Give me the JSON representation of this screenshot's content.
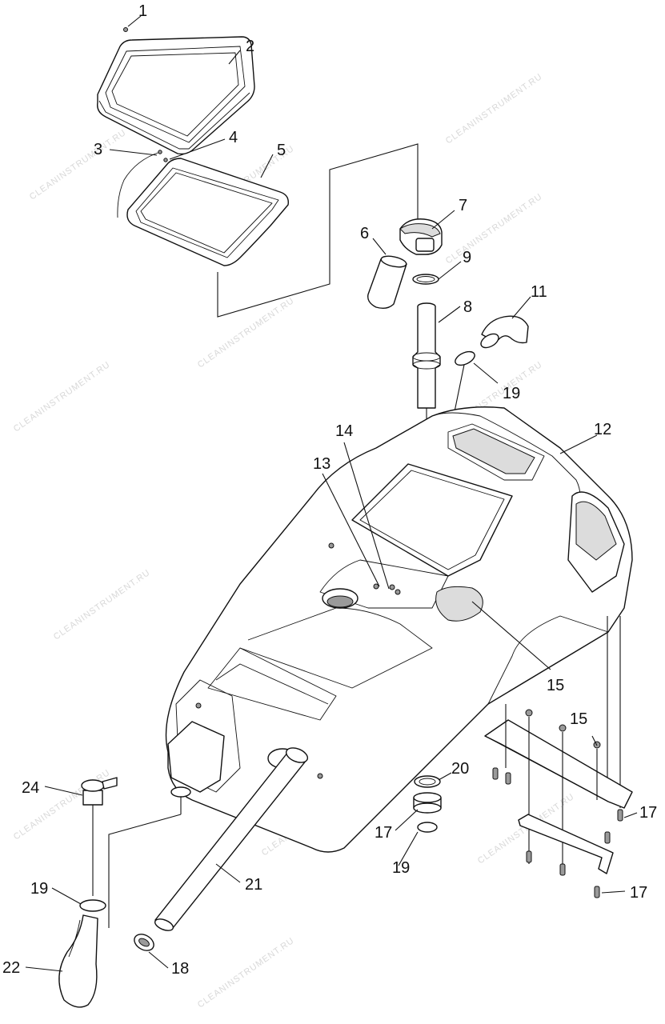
{
  "watermark": "CLEANINSTRUMENT.RU",
  "callouts": [
    {
      "id": "1",
      "label": "1"
    },
    {
      "id": "2",
      "label": "2"
    },
    {
      "id": "3",
      "label": "3"
    },
    {
      "id": "4",
      "label": "4"
    },
    {
      "id": "5",
      "label": "5"
    },
    {
      "id": "6",
      "label": "6"
    },
    {
      "id": "7",
      "label": "7"
    },
    {
      "id": "8",
      "label": "8"
    },
    {
      "id": "9",
      "label": "9"
    },
    {
      "id": "11",
      "label": "11"
    },
    {
      "id": "19a",
      "label": "19"
    },
    {
      "id": "12",
      "label": "12"
    },
    {
      "id": "14",
      "label": "14"
    },
    {
      "id": "13",
      "label": "13"
    },
    {
      "id": "15a",
      "label": "15"
    },
    {
      "id": "15b",
      "label": "15"
    },
    {
      "id": "20",
      "label": "20"
    },
    {
      "id": "17a",
      "label": "17"
    },
    {
      "id": "19b",
      "label": "19"
    },
    {
      "id": "17b",
      "label": "17"
    },
    {
      "id": "17c",
      "label": "17"
    },
    {
      "id": "24",
      "label": "24"
    },
    {
      "id": "21",
      "label": "21"
    },
    {
      "id": "19c",
      "label": "19"
    },
    {
      "id": "18",
      "label": "18"
    },
    {
      "id": "22",
      "label": "22"
    }
  ]
}
